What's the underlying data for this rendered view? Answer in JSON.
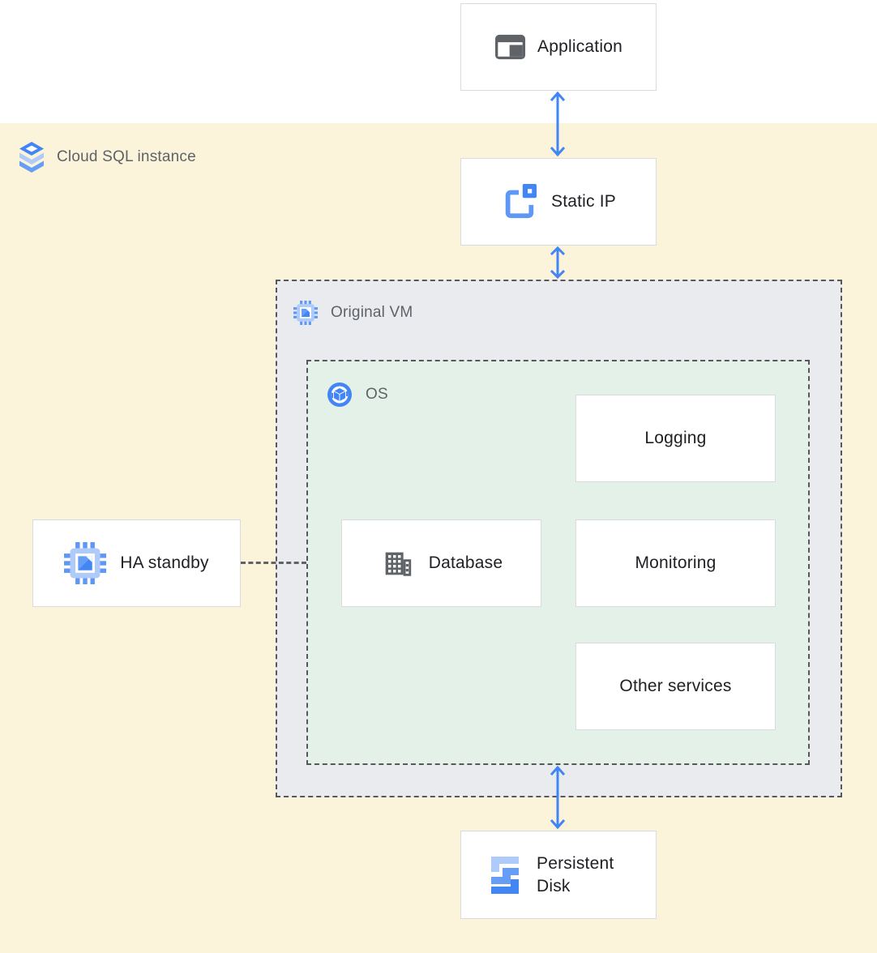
{
  "diagram": {
    "regions": {
      "cloud_sql": {
        "label": "Cloud SQL instance"
      },
      "original_vm": {
        "label": "Original VM"
      },
      "os": {
        "label": "OS"
      }
    },
    "nodes": {
      "application": {
        "label": "Application"
      },
      "static_ip": {
        "label": "Static IP"
      },
      "ha_standby": {
        "label": "HA standby"
      },
      "database": {
        "label": "Database"
      },
      "logging": {
        "label": "Logging"
      },
      "monitoring": {
        "label": "Monitoring"
      },
      "other_services": {
        "label": "Other services"
      },
      "persistent_disk": {
        "label": "Persistent Disk"
      }
    },
    "colors": {
      "background_top": "#ffffff",
      "region_yellow": "#fbf3da",
      "vm_gray": "#e9ebee",
      "os_green": "#e4f1e9",
      "arrow_blue": "#4285f4",
      "node_border": "#d9dbde",
      "dashed_border": "#57585c",
      "label_dark": "#202124",
      "label_gray": "#5f6368",
      "icon_gray": "#5f6368",
      "icon_blue": "#4285f4",
      "icon_blue_medium": "#669df6",
      "icon_blue_light": "#aecbfa"
    }
  }
}
